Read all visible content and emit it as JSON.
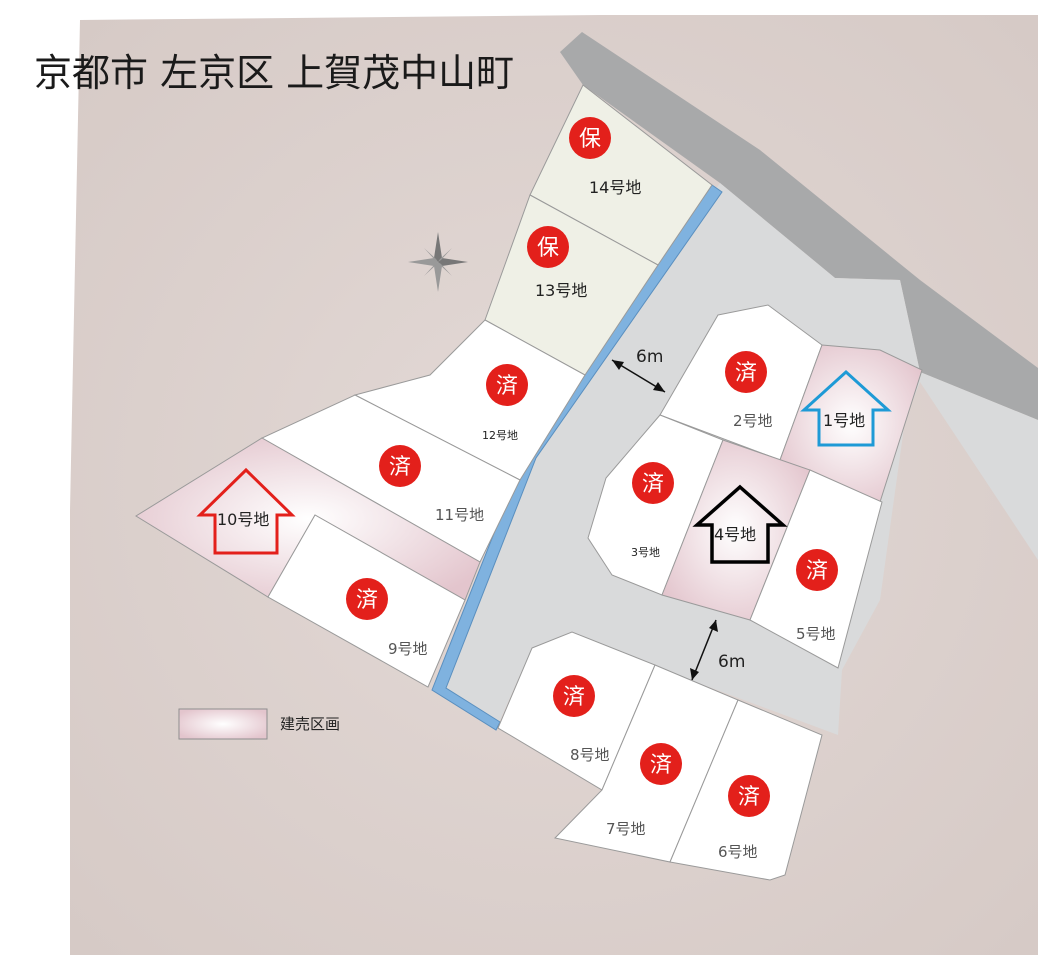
{
  "map": {
    "title": "京都市 左京区 上賀茂中山町",
    "road_width_labels": [
      "6m",
      "6m"
    ],
    "legend": {
      "label": "建売区画"
    },
    "lots": [
      {
        "id": "14",
        "label": "14号地",
        "status": "保"
      },
      {
        "id": "13",
        "label": "13号地",
        "status": "保"
      },
      {
        "id": "12",
        "label": "12号地",
        "status": "済"
      },
      {
        "id": "11",
        "label": "11号地",
        "status": "済"
      },
      {
        "id": "10",
        "label": "10号地",
        "status": ""
      },
      {
        "id": "9",
        "label": "9号地",
        "status": "済"
      },
      {
        "id": "2",
        "label": "2号地",
        "status": "済"
      },
      {
        "id": "1",
        "label": "1号地",
        "status": ""
      },
      {
        "id": "3",
        "label": "3号地",
        "status": "済"
      },
      {
        "id": "4",
        "label": "4号地",
        "status": ""
      },
      {
        "id": "5",
        "label": "5号地",
        "status": "済"
      },
      {
        "id": "8",
        "label": "8号地",
        "status": "済"
      },
      {
        "id": "7",
        "label": "7号地",
        "status": "済"
      },
      {
        "id": "6",
        "label": "6号地",
        "status": "済"
      }
    ],
    "colors": {
      "background": "#dcd2cf",
      "road": "#d9dadb",
      "main_road": "#a8a9aa",
      "waterway": "#7fb2df",
      "reserved_lot": "#eff0e6",
      "sold_badge": "#e3201b",
      "built_for_sale_lot": "#e7ccd3",
      "arrow_red": "#e3201b",
      "arrow_blue": "#1e9ad6",
      "arrow_black": "#000000"
    }
  }
}
